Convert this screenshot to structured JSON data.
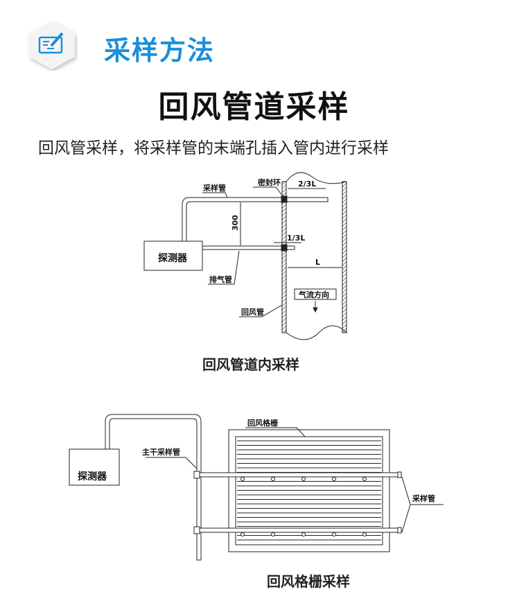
{
  "header": {
    "section_title": "采样方法",
    "icon": "edit-document-icon",
    "accent": "#1a8fd6"
  },
  "title": "回风管道采样",
  "description": "回风管采样，将采样管的末端孔插入管内进行采样",
  "diagram1": {
    "sample_pipe": "采样管",
    "seal_ring": "密封环",
    "two_thirds": "2/3L",
    "distance": "300",
    "one_third": "1/3L",
    "length": "L",
    "detector": "探测器",
    "exhaust_pipe": "排气管",
    "airflow": "气流方向",
    "return_duct": "回风管",
    "caption": "回风管道内采样"
  },
  "diagram2": {
    "grille": "回风格栅",
    "main_pipe": "主干采样管",
    "detector": "探测器",
    "sample_pipe": "采样管",
    "caption": "回风格栅采样"
  }
}
